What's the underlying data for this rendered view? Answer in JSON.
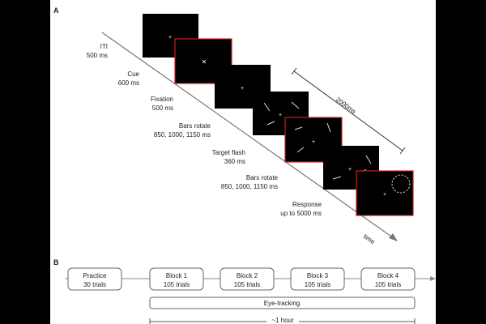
{
  "panel_a": {
    "letter": "A",
    "stages": [
      {
        "name": "ITI",
        "duration": "500 ms",
        "red_border": false,
        "bars": []
      },
      {
        "name": "Cue",
        "duration": "600 ms",
        "red_border": true,
        "bars": [
          "cue"
        ]
      },
      {
        "name": "Fixation",
        "duration": "500 ms",
        "red_border": false,
        "bars": []
      },
      {
        "name": "Bars rotate",
        "duration": "850, 1000, 1150 ms",
        "red_border": false,
        "bars": [
          "rotating"
        ]
      },
      {
        "name": "Target flash",
        "duration": "360 ms",
        "red_border": true,
        "bars": [
          "rotating",
          "flash"
        ]
      },
      {
        "name": "Bars rotate",
        "duration": "850, 1000, 1150 ms",
        "red_border": false,
        "bars": [
          "rotating"
        ]
      },
      {
        "name": "Response",
        "duration": "up to 5000 ms",
        "red_border": true,
        "bars": [
          "response-circle"
        ]
      }
    ],
    "span_label": "2000ms",
    "time_label": "time"
  },
  "panel_b": {
    "letter": "B",
    "blocks": [
      {
        "name": "Practice",
        "trials": "30 trials"
      },
      {
        "name": "Block 1",
        "trials": "105 trials"
      },
      {
        "name": "Block 2",
        "trials": "105 trials"
      },
      {
        "name": "Block 3",
        "trials": "105 trials"
      },
      {
        "name": "Block 4",
        "trials": "105 trials"
      }
    ],
    "eye_tracking_label": "Eye-tracking",
    "duration_label": "~1 hour"
  },
  "colors": {
    "background": "#000000",
    "panel": "#ffffff",
    "screen": "#000000",
    "highlight_border": "#cc1f1f",
    "line": "#555555",
    "text": "#222222"
  }
}
